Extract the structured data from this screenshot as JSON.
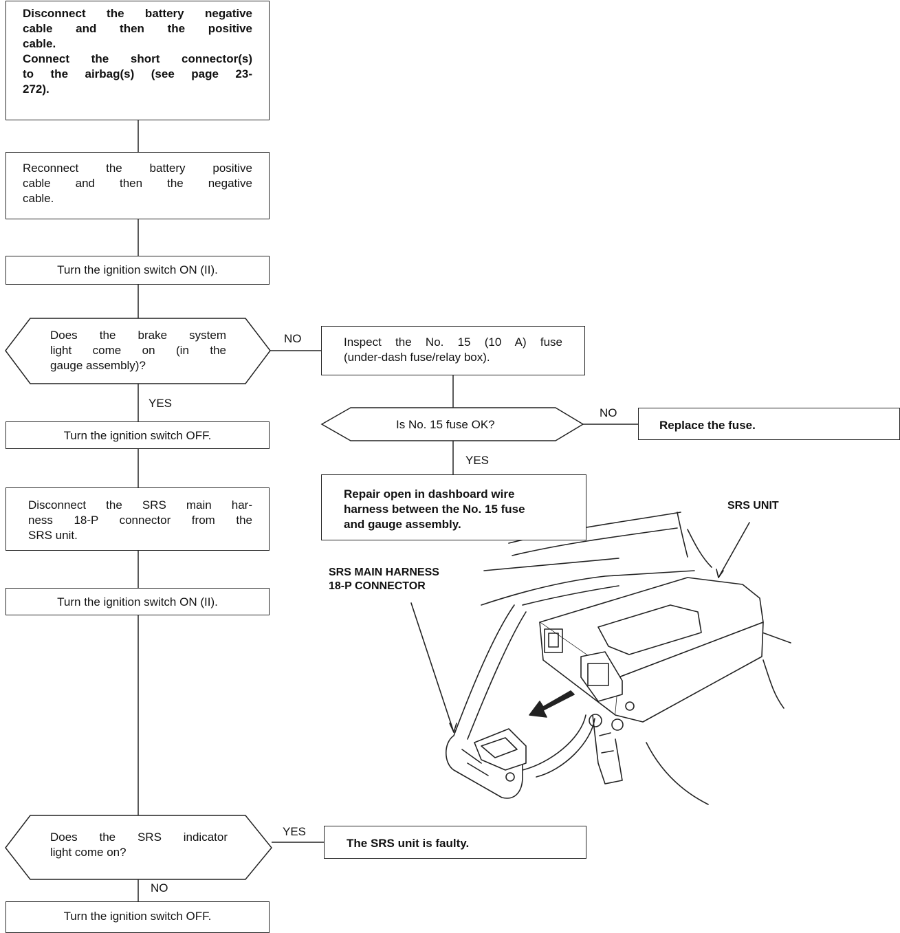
{
  "steps": {
    "disconnect_battery": [
      "Disconnect the battery negative",
      "cable and then the positive",
      "cable.",
      "Connect the short connector(s)",
      "to the airbag(s) (see page 23-",
      "272)."
    ],
    "reconnect_battery": [
      "Reconnect the battery positive",
      "cable and then the negative",
      "cable."
    ],
    "ignition_on_1": "Turn the ignition switch ON (II).",
    "brake_light_question": [
      "Does the brake system",
      "light come on (in the",
      "gauge assembly)?"
    ],
    "inspect_fuse": [
      "Inspect the No. 15 (10 A) fuse",
      "(under-dash fuse/relay box)."
    ],
    "fuse_ok_question": "Is No. 15 fuse OK?",
    "replace_fuse": "Replace the fuse.",
    "repair_open": [
      "Repair open in dashboard wire",
      "harness between the No. 15 fuse",
      "and gauge assembly."
    ],
    "ignition_off_1": "Turn the ignition switch OFF.",
    "disconnect_srs": [
      "Disconnect the SRS main har-",
      "ness 18-P connector from the",
      "SRS unit."
    ],
    "ignition_on_2": "Turn the ignition switch ON (II).",
    "srs_light_question": [
      "Does the SRS indicator",
      "light come on?"
    ],
    "srs_faulty": "The SRS unit is faulty.",
    "ignition_off_2": "Turn the ignition switch OFF."
  },
  "branch_labels": {
    "brake_no": "NO",
    "brake_yes": "YES",
    "fuse_no": "NO",
    "fuse_yes": "YES",
    "srs_yes": "YES",
    "srs_no": "NO"
  },
  "illustration": {
    "srs_unit_label": "SRS UNIT",
    "connector_label": [
      "SRS MAIN HARNESS",
      "18-P CONNECTOR"
    ]
  }
}
